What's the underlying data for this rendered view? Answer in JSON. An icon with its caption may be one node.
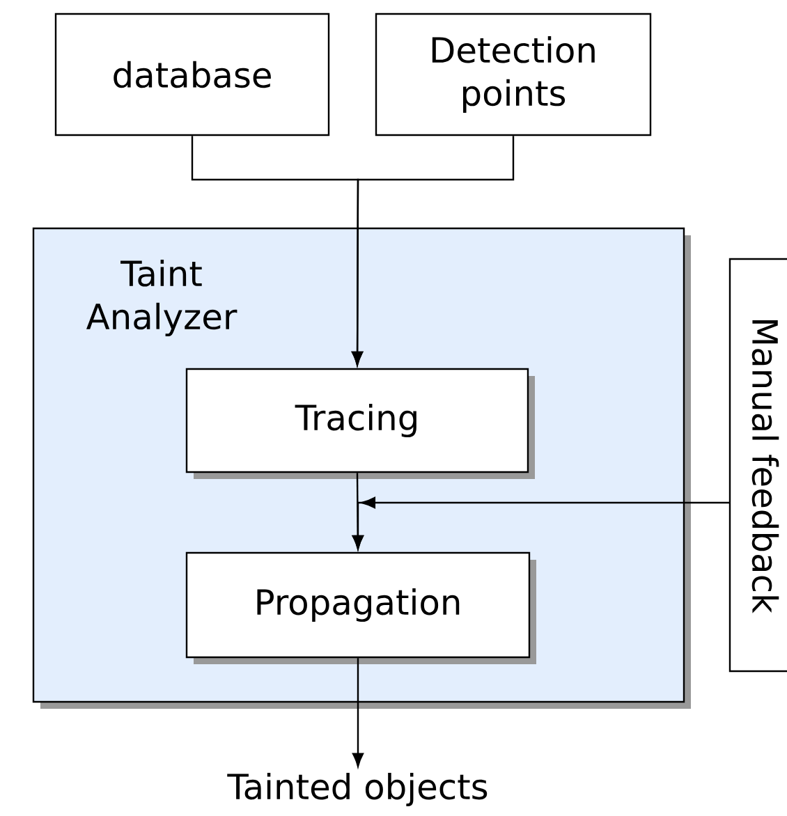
{
  "diagram": {
    "nodes": [
      {
        "text": [
          "database"
        ]
      },
      {
        "text": [
          "Detection points"
        ]
      },
      {
        "text": [
          "Taint Analyzer"
        ]
      },
      {
        "text": [
          "Tracing"
        ],
        "in": 2
      },
      {
        "text": [
          "Propagation"
        ],
        "in": 2
      },
      {
        "text": [
          "Manual feedback"
        ]
      },
      {
        "text": [
          "Tainted objects"
        ]
      }
    ],
    "edges": [
      {
        "from": 0,
        "to": 3,
        "arrow": "to"
      },
      {
        "from": 1,
        "to": 3,
        "arrow": "to"
      },
      {
        "from": 3,
        "to": 4,
        "arrow": "to"
      },
      {
        "from": 5,
        "to": 4,
        "arrow": "to"
      },
      {
        "from": 4,
        "to": 6,
        "arrow": "to"
      }
    ]
  }
}
